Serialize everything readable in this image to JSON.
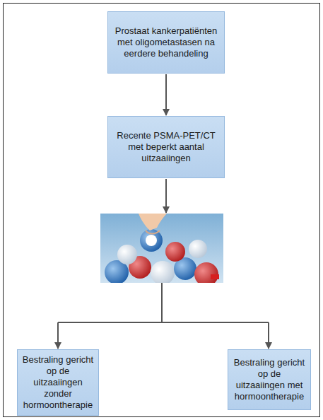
{
  "diagram": {
    "nodes": [
      {
        "text": [
          "Prostaat kankerpatiënten met oligometastasen na eerdere behandeling"
        ]
      },
      {
        "text": [
          "Recente PSMA-PET/CT met beperkt aantal uitzaaiingen"
        ]
      },
      {
        "text": [
          "Bestraling gericht op de uitzaaiingen zonder hormoontherapie"
        ]
      },
      {
        "text": [
          "Bestraling gericht op de uitzaaiingen met hormoontherapie"
        ]
      }
    ],
    "edges": [
      {
        "from": 0,
        "to": 1,
        "arrow": "to"
      }
    ]
  }
}
